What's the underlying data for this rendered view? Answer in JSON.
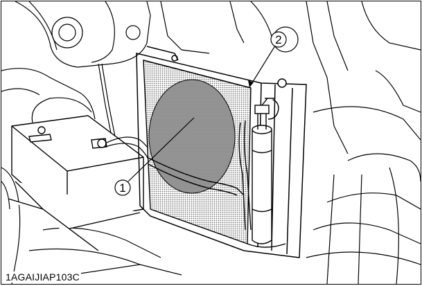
{
  "figure": {
    "id_label": "1AGAIJIAP103C",
    "callouts": [
      {
        "number": "1",
        "target": "condenser"
      },
      {
        "number": "2",
        "target": "radiator-frame"
      }
    ]
  },
  "colors": {
    "line": "#000000",
    "background": "#ffffff",
    "mesh_fill": "#8a8a8a"
  }
}
